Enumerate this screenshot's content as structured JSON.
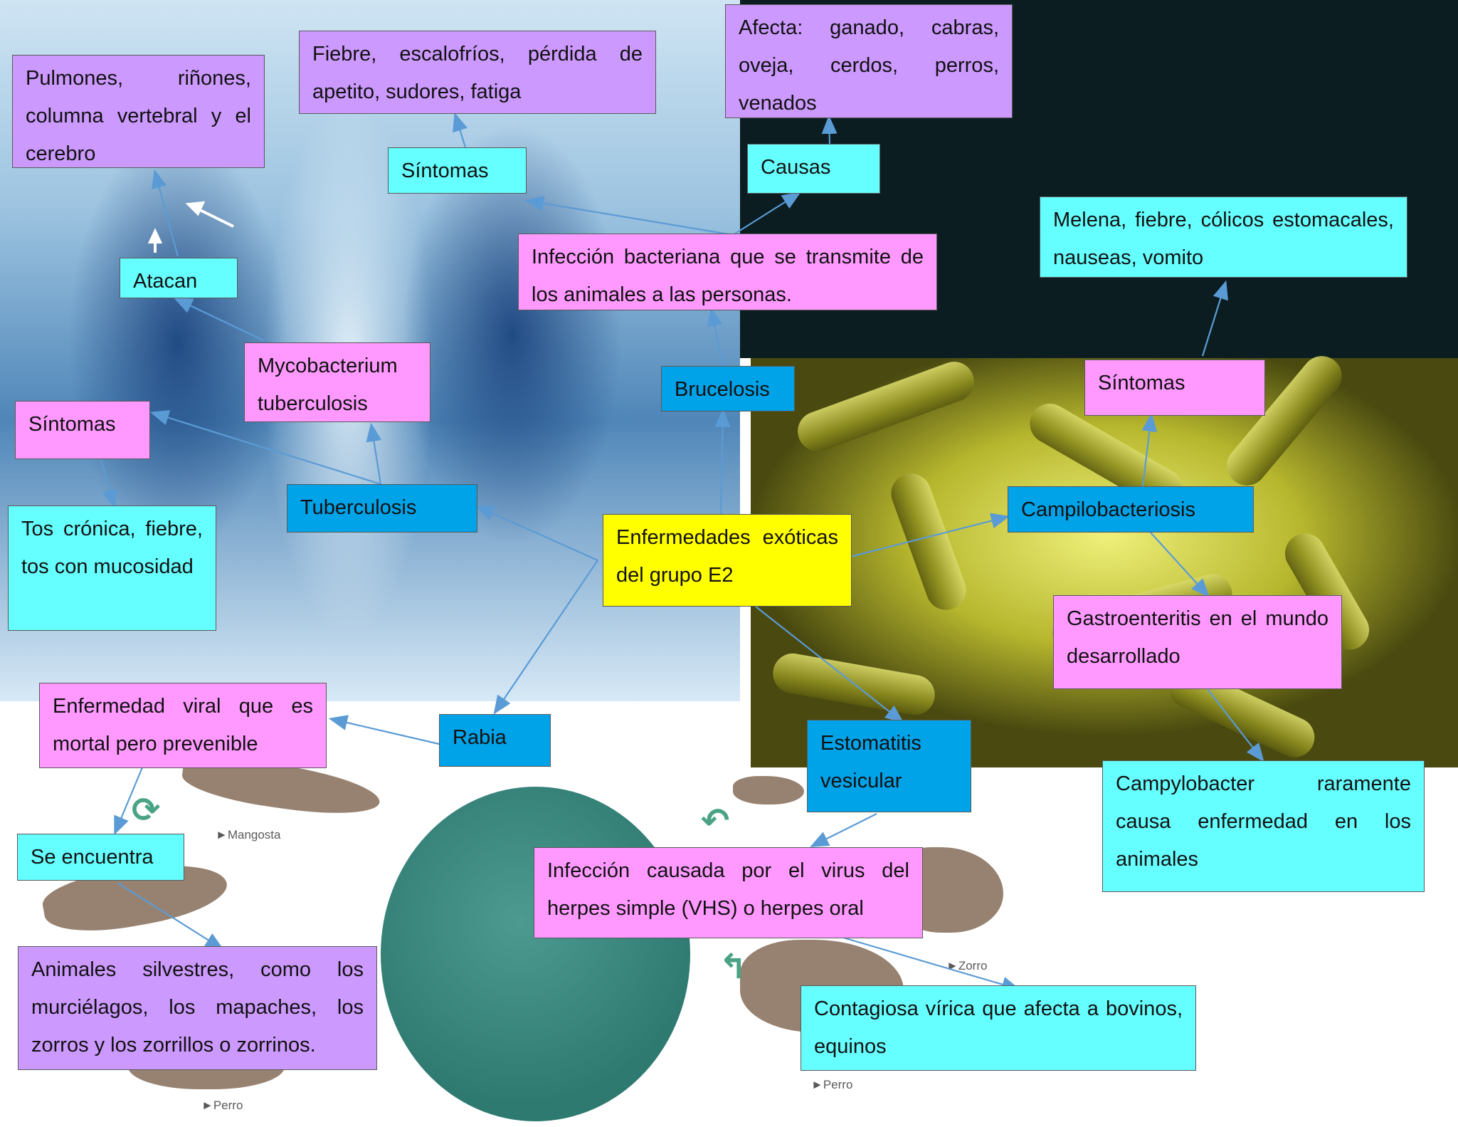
{
  "center": {
    "title": "Enfermedades exóticas del grupo E2"
  },
  "tuberculosis": {
    "name": "Tuberculosis",
    "agent": "Mycobacterium tuberculosis",
    "attacks_label": "Atacan",
    "attacks": "Pulmones, riñones, columna vertebral y el cerebro",
    "symptoms_label": "Síntomas",
    "symptoms": "Tos crónica, fiebre, tos con mucosidad"
  },
  "brucelosis": {
    "name": "Brucelosis",
    "definition": "Infección bacteriana que se transmite de los animales a las personas.",
    "symptoms_label": "Síntomas",
    "symptoms": "Fiebre, escalofríos, pérdida de apetito, sudores, fatiga",
    "causes_label": "Causas",
    "causes": "Afecta: ganado, cabras, oveja, cerdos, perros, venados"
  },
  "campilobacteriosis": {
    "name": "Campilobacteriosis",
    "symptoms_label": "Síntomas",
    "symptoms": "Melena, fiebre, cólicos estomacales, nauseas, vomito",
    "context": "Gastroenteritis en el mundo desarrollado",
    "note": "Campylobacter raramente causa enfermedad en los animales"
  },
  "rabia": {
    "name": "Rabia",
    "definition": "Enfermedad viral que es mortal pero prevenible",
    "found_label": "Se encuentra",
    "found": "Animales silvestres, como los murciélagos, los mapaches, los zorros y los zorrillos o zorrinos."
  },
  "estomatitis": {
    "name": "Estomatitis vesicular",
    "definition": "Infección causada por el virus del herpes simple (VHS) o herpes oral",
    "description": "Contagiosa vírica que afecta a bovinos, equinos"
  },
  "background_labels": {
    "mangosta": "►Mangosta",
    "zorro": "►Zorro",
    "perro_left": "►Perro",
    "perro_right": "►Perro"
  },
  "colors": {
    "cyan": "#66ffff",
    "pink": "#ff99ff",
    "purple": "#cc99ff",
    "blue": "#00a2e8",
    "yellow": "#ffff00",
    "connector": "#5b9bd5"
  }
}
